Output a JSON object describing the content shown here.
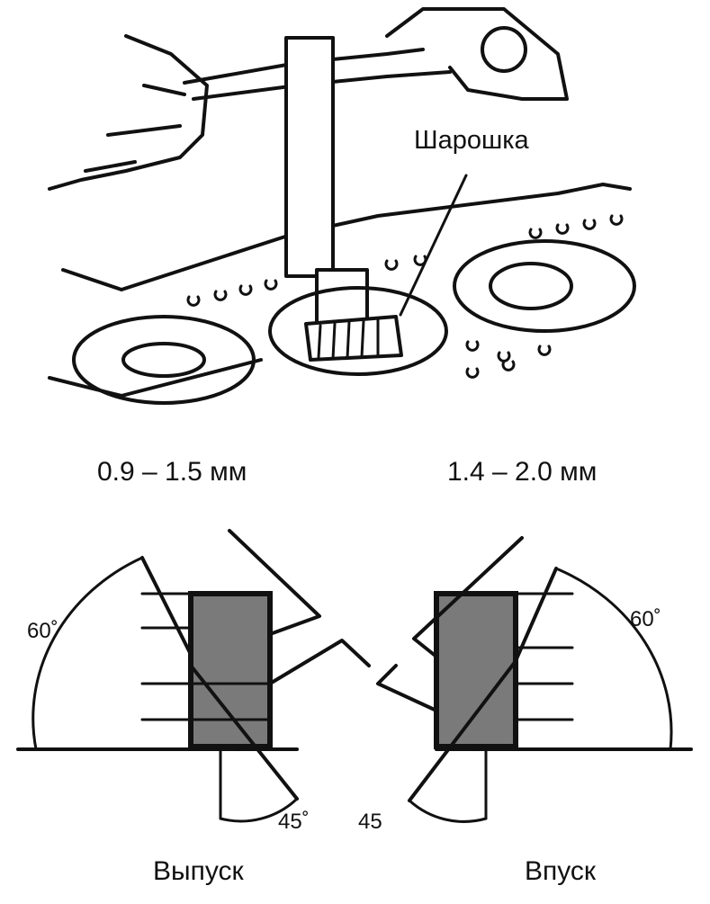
{
  "tool_label": "Шарошка",
  "dimensions": {
    "exhaust_range": "0.9 – 1.5 мм",
    "intake_range": "1.4 – 2.0 мм"
  },
  "angles": {
    "left_60": "60˚",
    "right_60": "60˚",
    "left_45": "45˚",
    "right_45": "45"
  },
  "captions": {
    "exhaust": "Выпуск",
    "intake": "Впуск"
  }
}
